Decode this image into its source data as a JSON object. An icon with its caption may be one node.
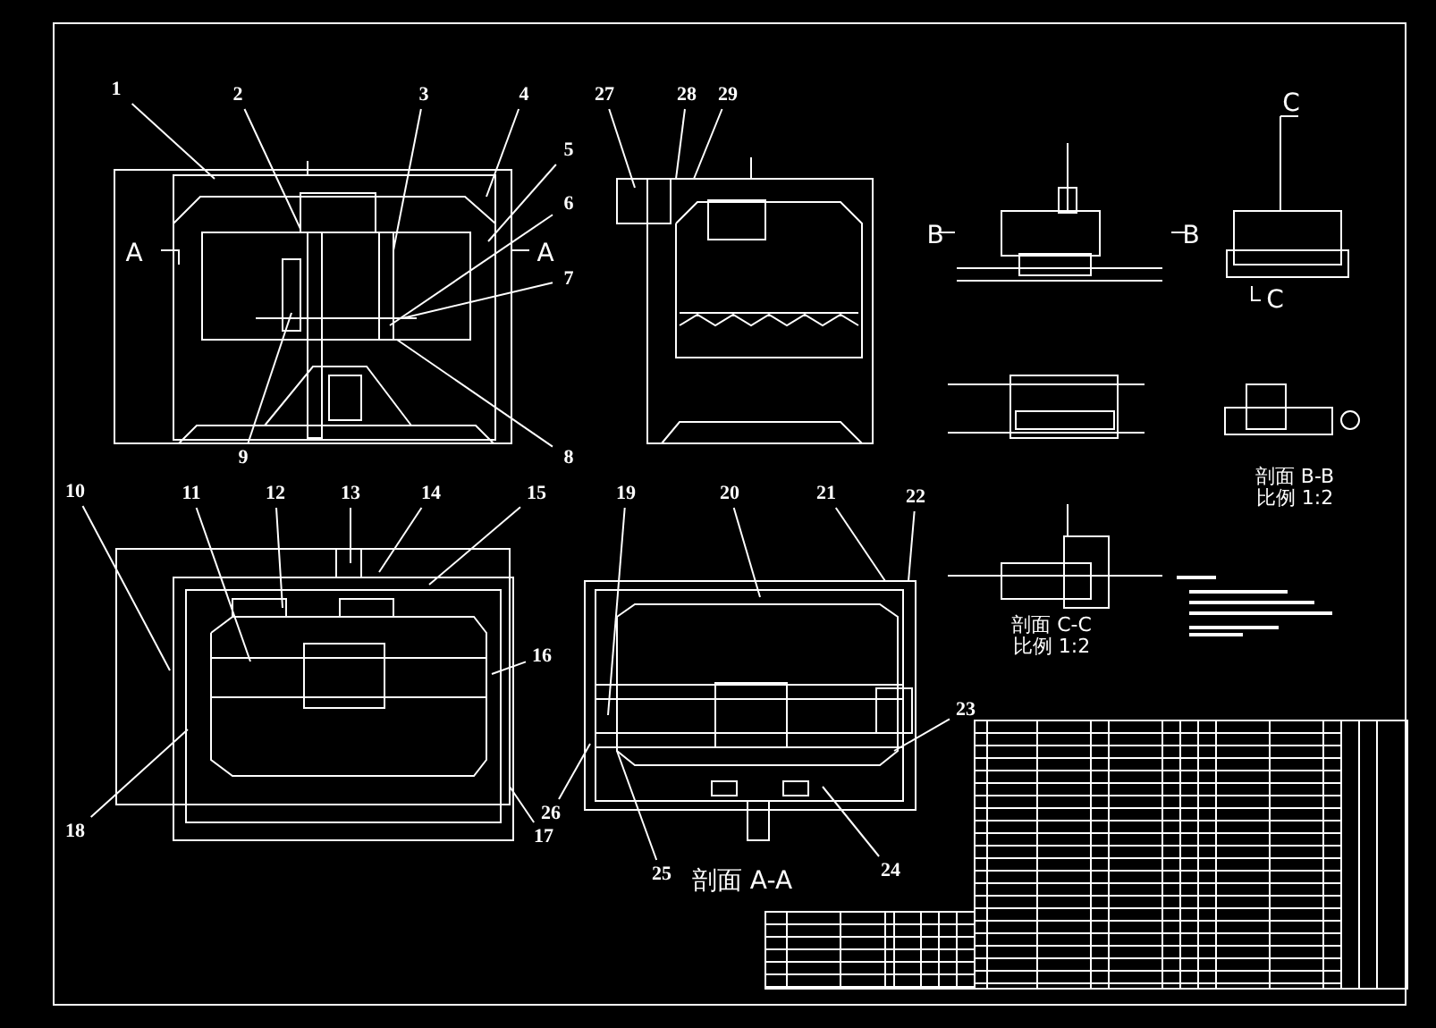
{
  "diagram": {
    "nodes": [
      {
        "text": [
          "1"
        ]
      },
      {
        "text": [
          "2"
        ]
      },
      {
        "text": [
          "3"
        ]
      },
      {
        "text": [
          "4"
        ]
      },
      {
        "text": [
          "5"
        ]
      },
      {
        "text": [
          "6"
        ]
      },
      {
        "text": [
          "7"
        ]
      },
      {
        "text": [
          "8"
        ]
      },
      {
        "text": [
          "9"
        ]
      },
      {
        "text": [
          "27"
        ]
      },
      {
        "text": [
          "28"
        ]
      },
      {
        "text": [
          "29"
        ]
      },
      {
        "text": [
          "10"
        ]
      },
      {
        "text": [
          "11"
        ]
      },
      {
        "text": [
          "12"
        ]
      },
      {
        "text": [
          "13"
        ]
      },
      {
        "text": [
          "14"
        ]
      },
      {
        "text": [
          "15"
        ]
      },
      {
        "text": [
          "16"
        ]
      },
      {
        "text": [
          "17"
        ]
      },
      {
        "text": [
          "18"
        ]
      },
      {
        "text": [
          "19"
        ]
      },
      {
        "text": [
          "20"
        ]
      },
      {
        "text": [
          "21"
        ]
      },
      {
        "text": [
          "22"
        ]
      },
      {
        "text": [
          "23"
        ]
      },
      {
        "text": [
          "24"
        ]
      },
      {
        "text": [
          "25"
        ]
      },
      {
        "text": [
          "26"
        ]
      },
      {
        "text": [],
        "shape": "picture"
      },
      {
        "text": [],
        "shape": "picture"
      },
      {
        "text": [],
        "shape": "picture"
      },
      {
        "text": [],
        "shape": "picture"
      }
    ],
    "edges": [
      {
        "from": 0,
        "to": 29,
        "arrow": "none"
      },
      {
        "from": 1,
        "to": 29,
        "arrow": "none"
      },
      {
        "from": 2,
        "to": 29,
        "arrow": "none"
      },
      {
        "from": 3,
        "to": 29,
        "arrow": "none"
      },
      {
        "from": 4,
        "to": 29,
        "arrow": "none"
      },
      {
        "from": 5,
        "to": 29,
        "arrow": "none"
      },
      {
        "from": 6,
        "to": 29,
        "arrow": "none"
      },
      {
        "from": 7,
        "to": 29,
        "arrow": "none"
      },
      {
        "from": 8,
        "to": 29,
        "arrow": "none"
      },
      {
        "from": 9,
        "to": 30,
        "arrow": "none"
      },
      {
        "from": 10,
        "to": 30,
        "arrow": "none"
      },
      {
        "from": 11,
        "to": 30,
        "arrow": "none"
      },
      {
        "from": 12,
        "to": 31,
        "arrow": "none"
      },
      {
        "from": 13,
        "to": 31,
        "arrow": "none"
      },
      {
        "from": 14,
        "to": 31,
        "arrow": "none"
      },
      {
        "from": 15,
        "to": 31,
        "arrow": "none"
      },
      {
        "from": 16,
        "to": 31,
        "arrow": "none"
      },
      {
        "from": 17,
        "to": 31,
        "arrow": "none"
      },
      {
        "from": 18,
        "to": 31,
        "arrow": "none"
      },
      {
        "from": 19,
        "to": 31,
        "arrow": "none"
      },
      {
        "from": 20,
        "to": 31,
        "arrow": "none"
      },
      {
        "from": 21,
        "to": 32,
        "arrow": "none"
      },
      {
        "from": 22,
        "to": 32,
        "arrow": "none"
      },
      {
        "from": 23,
        "to": 32,
        "arrow": "none"
      },
      {
        "from": 24,
        "to": 32,
        "arrow": "none"
      },
      {
        "from": 25,
        "to": 32,
        "arrow": "none"
      },
      {
        "from": 26,
        "to": 32,
        "arrow": "none"
      },
      {
        "from": 27,
        "to": 32,
        "arrow": "none"
      },
      {
        "from": 28,
        "to": 32,
        "arrow": "none"
      }
    ],
    "labels": [
      "C",
      "A",
      "A",
      "B",
      "B",
      "C",
      "剖面 B-B",
      "比例 1:2",
      "剖面 C-C",
      "比例 1:2",
      "剖面 A-A"
    ]
  }
}
